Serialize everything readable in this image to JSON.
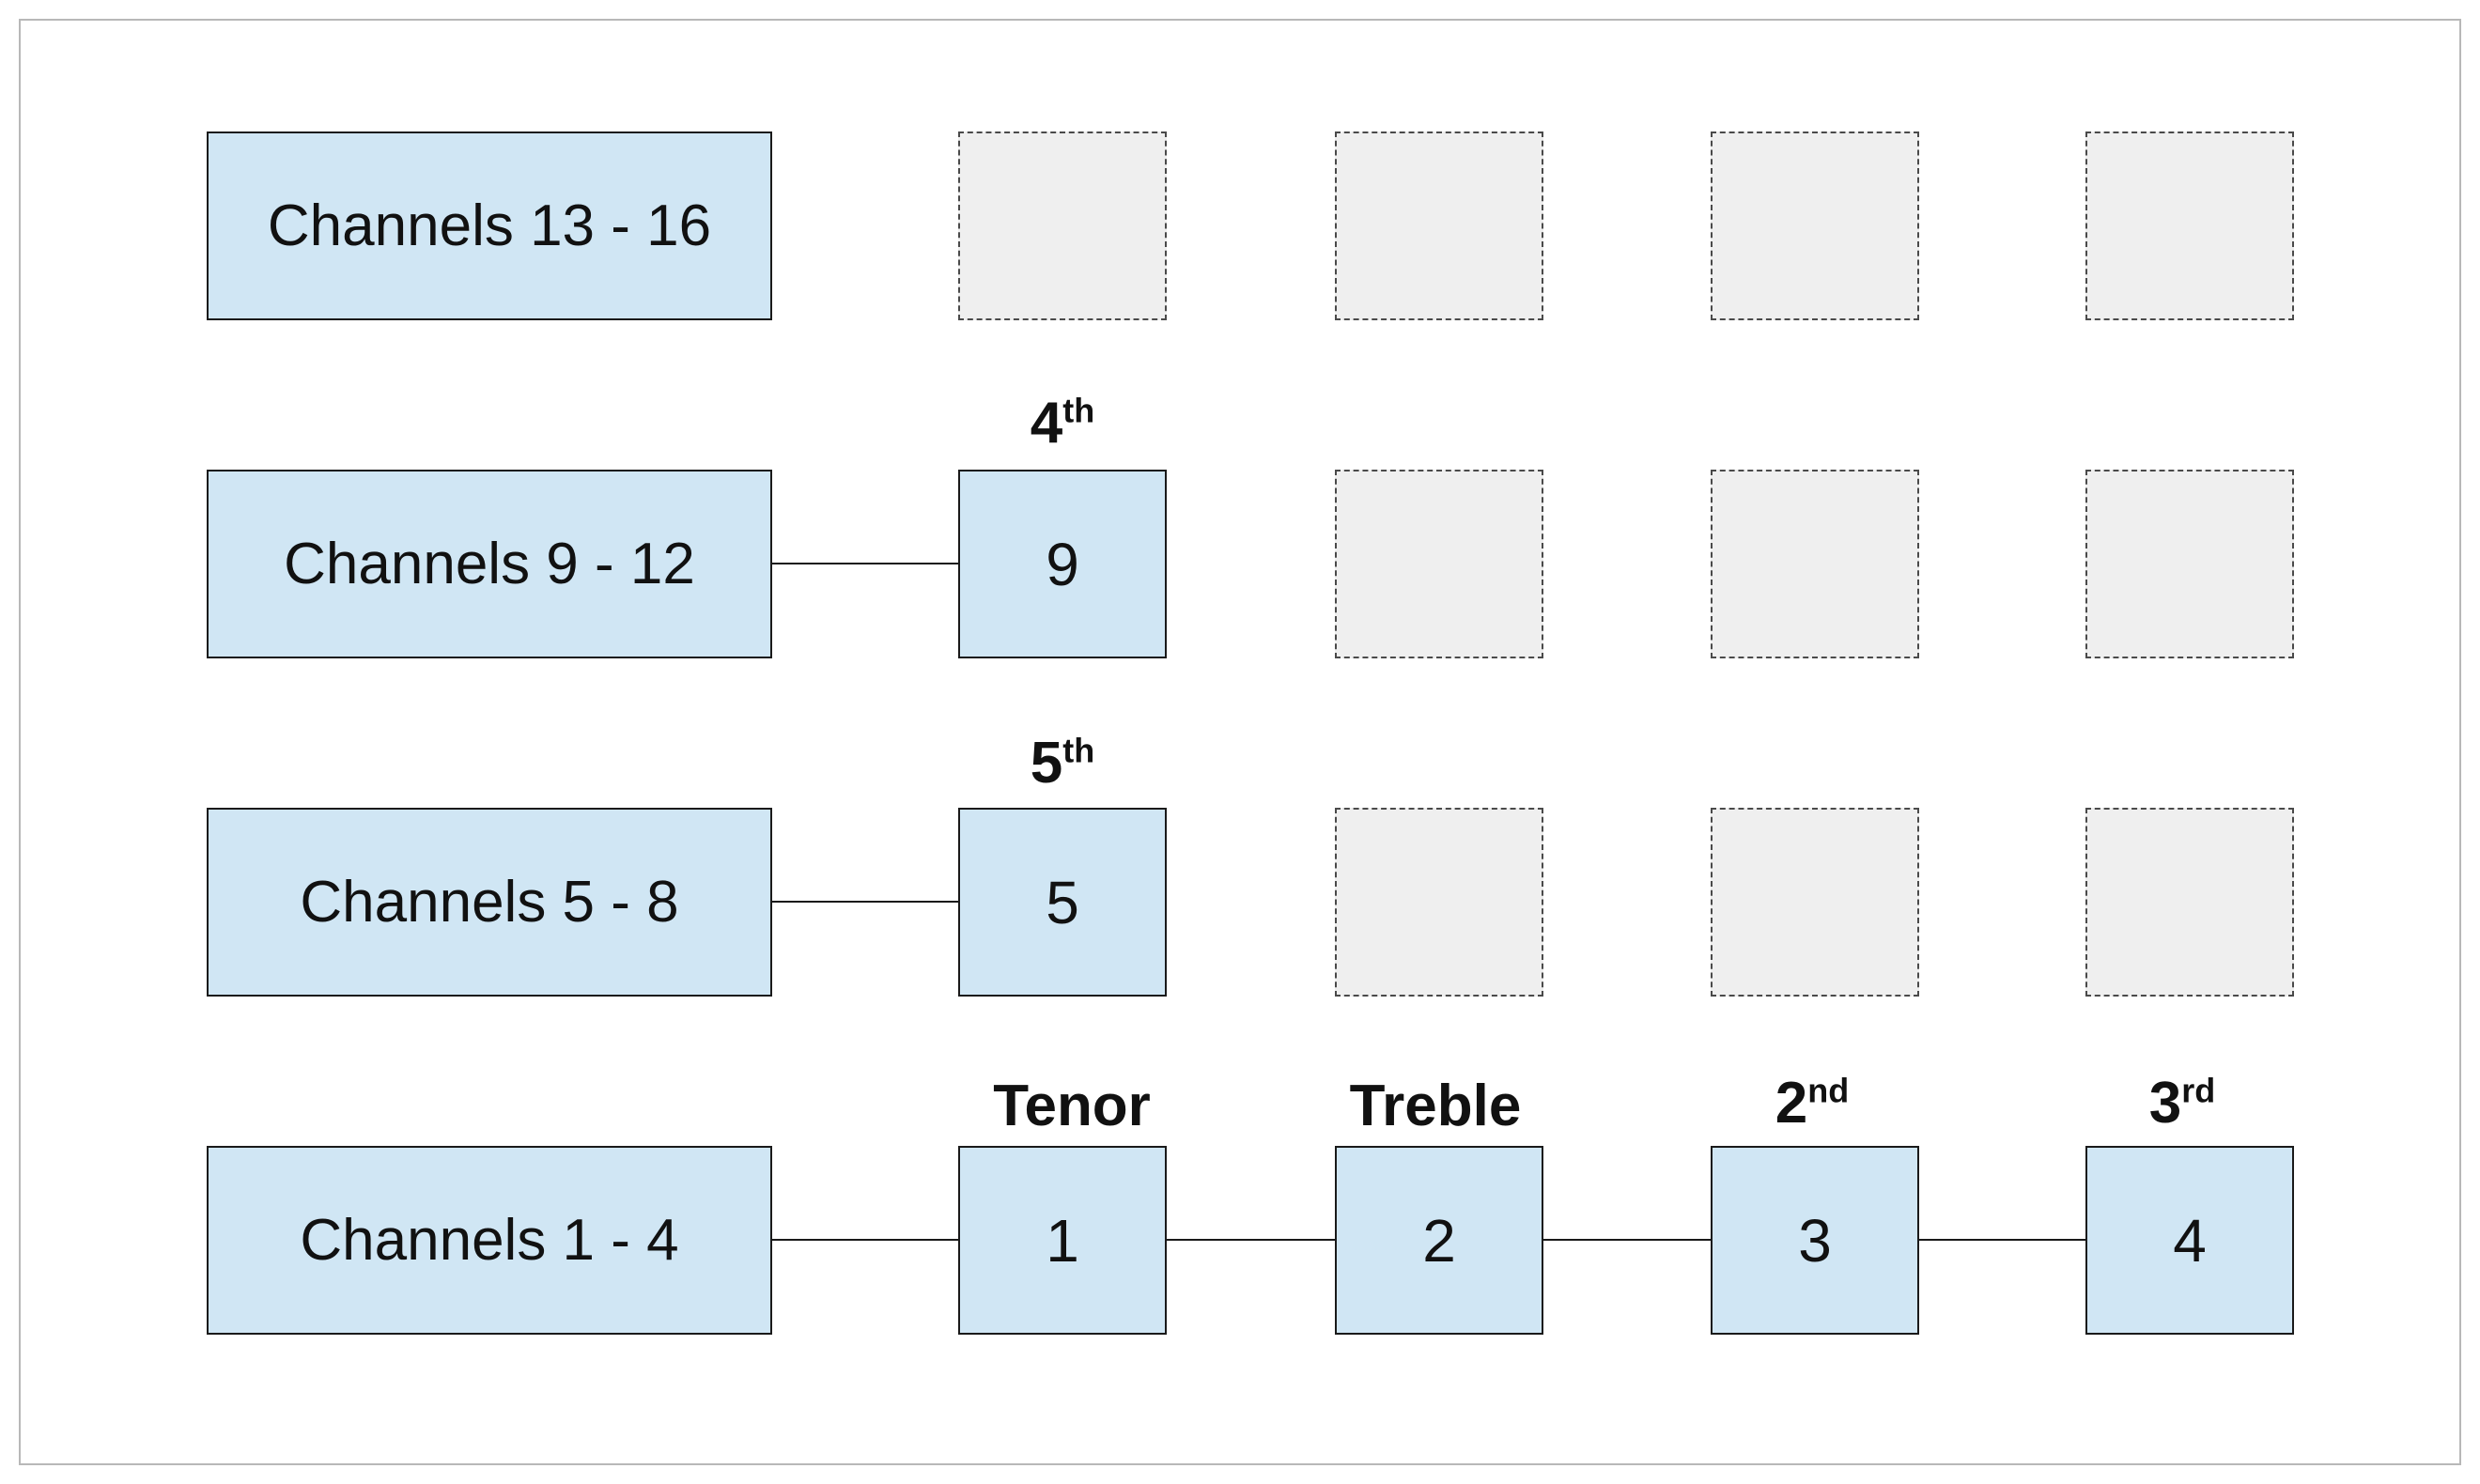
{
  "rows": [
    {
      "group_label": "Channels 13 - 16",
      "channels": [
        {
          "active": false,
          "number": "",
          "bell": "",
          "ordinal": ""
        },
        {
          "active": false,
          "number": "",
          "bell": "",
          "ordinal": ""
        },
        {
          "active": false,
          "number": "",
          "bell": "",
          "ordinal": ""
        },
        {
          "active": false,
          "number": "",
          "bell": "",
          "ordinal": ""
        }
      ]
    },
    {
      "group_label": "Channels 9 - 12",
      "channels": [
        {
          "active": true,
          "number": "9",
          "bell": "4",
          "ordinal": "th"
        },
        {
          "active": false,
          "number": "",
          "bell": "",
          "ordinal": ""
        },
        {
          "active": false,
          "number": "",
          "bell": "",
          "ordinal": ""
        },
        {
          "active": false,
          "number": "",
          "bell": "",
          "ordinal": ""
        }
      ]
    },
    {
      "group_label": "Channels 5 - 8",
      "channels": [
        {
          "active": true,
          "number": "5",
          "bell": "5",
          "ordinal": "th"
        },
        {
          "active": false,
          "number": "",
          "bell": "",
          "ordinal": ""
        },
        {
          "active": false,
          "number": "",
          "bell": "",
          "ordinal": ""
        },
        {
          "active": false,
          "number": "",
          "bell": "",
          "ordinal": ""
        }
      ]
    },
    {
      "group_label": "Channels 1 - 4",
      "channels": [
        {
          "active": true,
          "number": "1",
          "bell": "Tenor",
          "ordinal": ""
        },
        {
          "active": true,
          "number": "2",
          "bell": "Treble",
          "ordinal": ""
        },
        {
          "active": true,
          "number": "3",
          "bell": "2",
          "ordinal": "nd"
        },
        {
          "active": true,
          "number": "4",
          "bell": "3",
          "ordinal": "rd"
        }
      ]
    }
  ],
  "colors": {
    "active_fill": "#d0e6f4",
    "placeholder_fill": "#efefef",
    "stroke": "#1a1a1a"
  }
}
